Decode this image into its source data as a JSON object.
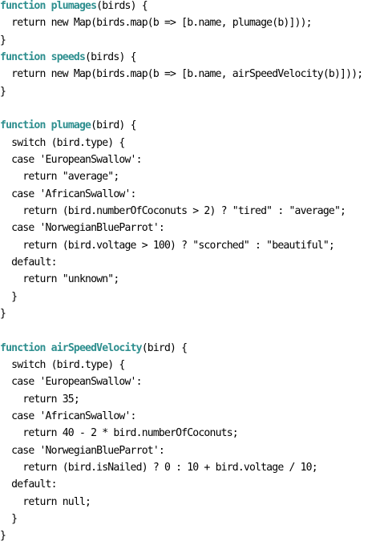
{
  "keyword": "function",
  "lines": [
    {
      "type": "fdecl",
      "name": "plumages",
      "rest": "(birds) {"
    },
    {
      "type": "text",
      "text": "  return new Map(birds.map(b => [b.name, plumage(b)]));"
    },
    {
      "type": "text",
      "text": "}"
    },
    {
      "type": "fdecl",
      "name": "speeds",
      "rest": "(birds) {"
    },
    {
      "type": "text",
      "text": "  return new Map(birds.map(b => [b.name, airSpeedVelocity(b)]));"
    },
    {
      "type": "text",
      "text": "}"
    },
    {
      "type": "blank"
    },
    {
      "type": "fdecl",
      "name": "plumage",
      "rest": "(bird) {"
    },
    {
      "type": "text",
      "text": "  switch (bird.type) {"
    },
    {
      "type": "text",
      "text": "  case 'EuropeanSwallow':"
    },
    {
      "type": "text",
      "text": "    return \"average\";"
    },
    {
      "type": "text",
      "text": "  case 'AfricanSwallow':"
    },
    {
      "type": "text",
      "text": "    return (bird.numberOfCoconuts > 2) ? \"tired\" : \"average\";"
    },
    {
      "type": "text",
      "text": "  case 'NorwegianBlueParrot':"
    },
    {
      "type": "text",
      "text": "    return (bird.voltage > 100) ? \"scorched\" : \"beautiful\";"
    },
    {
      "type": "text",
      "text": "  default:"
    },
    {
      "type": "text",
      "text": "    return \"unknown\";"
    },
    {
      "type": "text",
      "text": "  }"
    },
    {
      "type": "text",
      "text": "}"
    },
    {
      "type": "blank"
    },
    {
      "type": "fdecl",
      "name": "airSpeedVelocity",
      "rest": "(bird) {"
    },
    {
      "type": "text",
      "text": "  switch (bird.type) {"
    },
    {
      "type": "text",
      "text": "  case 'EuropeanSwallow':"
    },
    {
      "type": "text",
      "text": "    return 35;"
    },
    {
      "type": "text",
      "text": "  case 'AfricanSwallow':"
    },
    {
      "type": "text",
      "text": "    return 40 - 2 * bird.numberOfCoconuts;"
    },
    {
      "type": "text",
      "text": "  case 'NorwegianBlueParrot':"
    },
    {
      "type": "text",
      "text": "    return (bird.isNailed) ? 0 : 10 + bird.voltage / 10;"
    },
    {
      "type": "text",
      "text": "  default:"
    },
    {
      "type": "text",
      "text": "    return null;"
    },
    {
      "type": "text",
      "text": "  }"
    },
    {
      "type": "text",
      "text": "}"
    }
  ]
}
